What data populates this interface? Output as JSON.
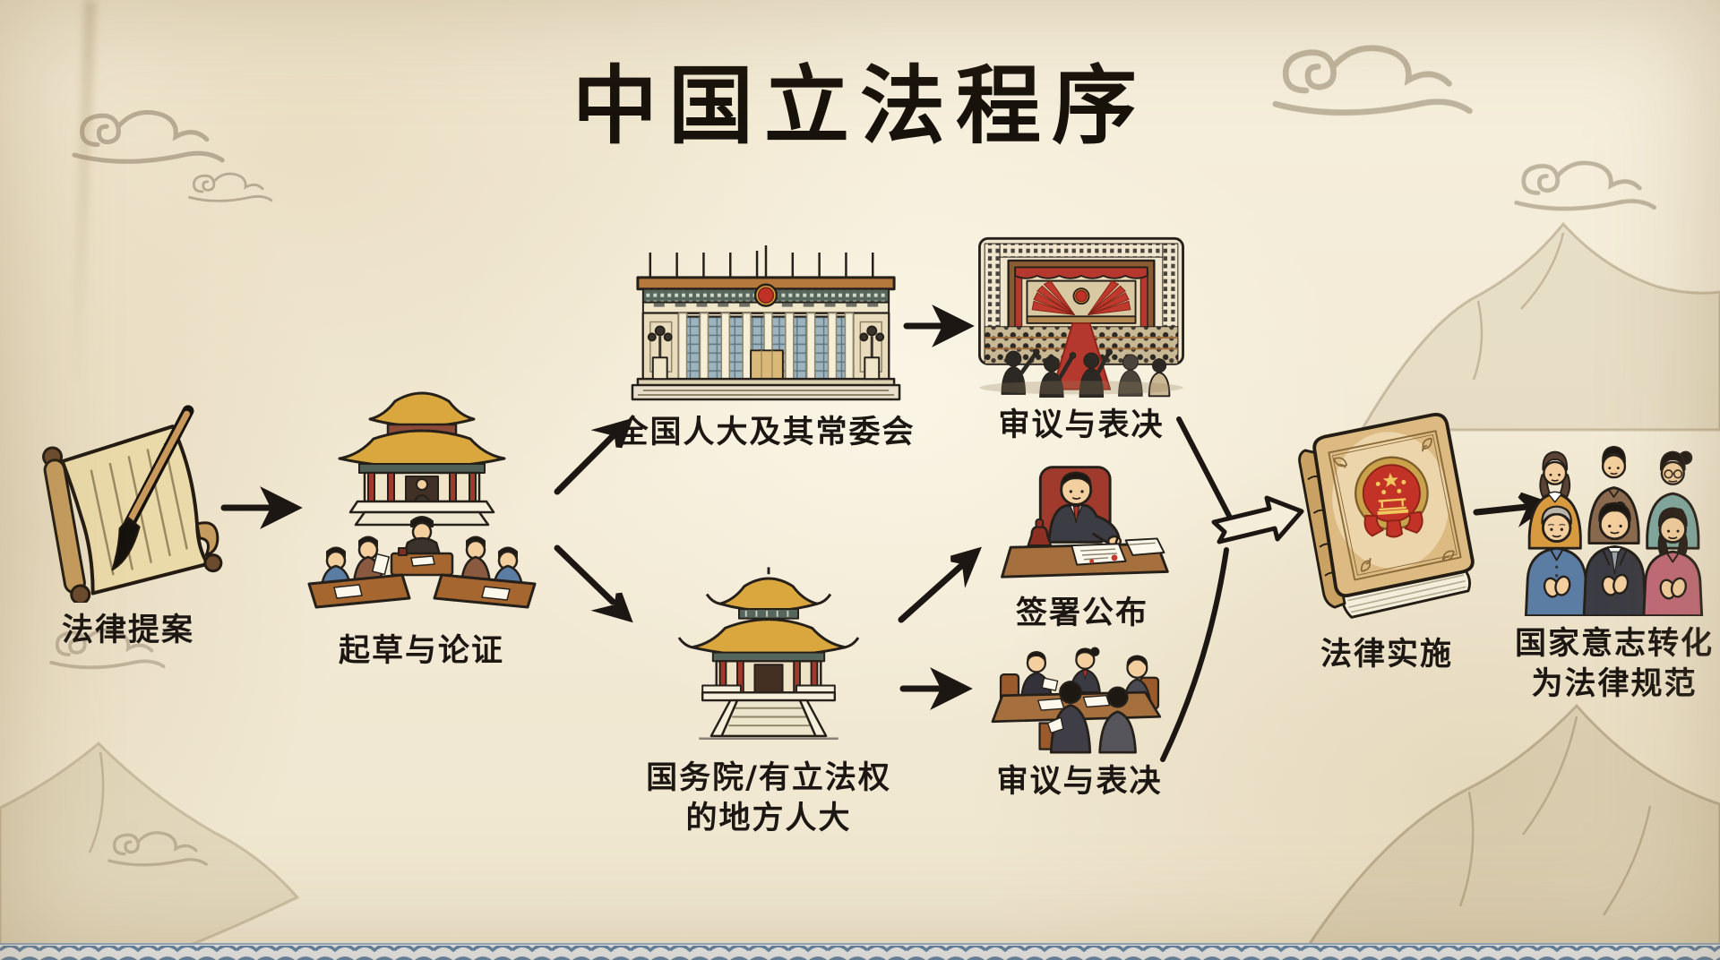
{
  "title": "中国立法程序",
  "palette": {
    "paper": "#f4edd9",
    "ink": "#1c1712",
    "accent_red": "#c03227",
    "accent_gold": "#d9a73e",
    "wood_brown": "#a5703d",
    "wave_blue": "#5a7da3"
  },
  "nodes": {
    "proposal": {
      "label": "法律提案",
      "icon": "scroll-and-brush"
    },
    "drafting": {
      "label": "起草与论证",
      "icon": "palace-drafting-scene"
    },
    "npc": {
      "label": "全国人大及其常委会",
      "icon": "great-hall-building"
    },
    "review_top": {
      "label": "审议与表决",
      "icon": "assembly-hall"
    },
    "state_council": {
      "line1": "国务院/有立法权",
      "line2": "的地方人大",
      "icon": "government-temple"
    },
    "sign": {
      "label": "签署公布",
      "icon": "official-signing"
    },
    "review_bottom": {
      "label": "审议与表决",
      "icon": "committee-meeting"
    },
    "implementation": {
      "label": "法律实施",
      "icon": "law-book-with-national-emblem"
    },
    "outcome": {
      "line1": "国家意志转化",
      "line2": "为法律规范",
      "icon": "applauding-citizens"
    }
  },
  "edges": [
    {
      "from": "proposal",
      "to": "drafting"
    },
    {
      "from": "drafting",
      "to": "npc"
    },
    {
      "from": "drafting",
      "to": "state_council"
    },
    {
      "from": "npc",
      "to": "review_top"
    },
    {
      "from": "state_council",
      "to": "sign"
    },
    {
      "from": "state_council",
      "to": "review_bottom"
    },
    {
      "from": "review_top",
      "to": "implementation"
    },
    {
      "from": "sign",
      "to": "implementation"
    },
    {
      "from": "review_bottom",
      "to": "implementation"
    },
    {
      "from": "implementation",
      "to": "outcome"
    }
  ]
}
